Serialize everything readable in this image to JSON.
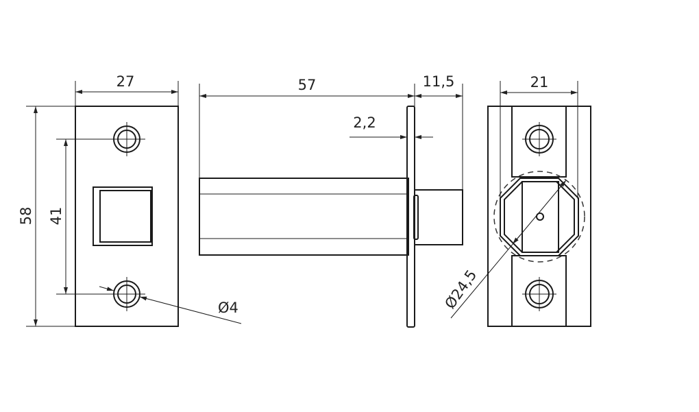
{
  "drawing": {
    "title": "Latch technical drawing",
    "line_color": "#1a1a1a",
    "dimensions": {
      "faceplate_width": "27",
      "faceplate_height": "58",
      "hole_spacing": "41",
      "hole_diameter": "Ø4",
      "body_length": "57",
      "bolt_projection": "11,5",
      "plate_thickness": "2,2",
      "housing_width": "21",
      "housing_diameter": "Ø24,5"
    }
  }
}
